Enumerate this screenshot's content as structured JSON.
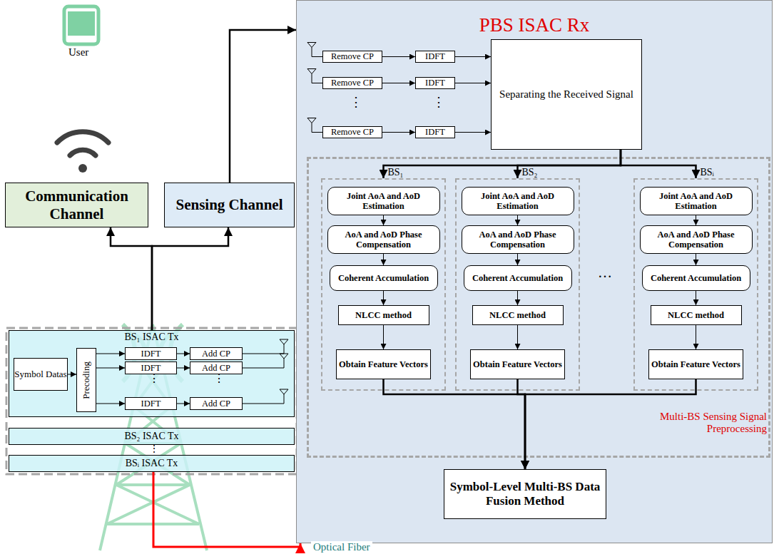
{
  "diagram": {
    "nodes": [
      {
        "text": [
          "Communication Channel"
        ]
      },
      {
        "text": [
          "Sensing Channel"
        ]
      },
      {
        "text": [
          "BS₁ ISAC Tx"
        ]
      },
      {
        "text": [
          "Symbol Datas"
        ],
        "in": 2
      },
      {
        "text": [
          "Precoding"
        ],
        "in": 2
      },
      {
        "text": [
          "IDFT"
        ],
        "in": 2
      },
      {
        "text": [
          "IDFT"
        ],
        "in": 2
      },
      {
        "text": [
          "IDFT"
        ],
        "in": 2
      },
      {
        "text": [
          "Add CP"
        ],
        "in": 2
      },
      {
        "text": [
          "Add CP"
        ],
        "in": 2
      },
      {
        "text": [
          "Add CP"
        ],
        "in": 2
      },
      {
        "text": [
          "BS₂ ISAC Tx"
        ]
      },
      {
        "text": [
          "BSᵢ ISAC Tx"
        ]
      },
      {
        "text": [
          "PBS ISAC Rx"
        ]
      },
      {
        "text": [
          "Remove CP"
        ],
        "in": 13
      },
      {
        "text": [
          "Remove CP"
        ],
        "in": 13
      },
      {
        "text": [
          "Remove CP"
        ],
        "in": 13
      },
      {
        "text": [
          "IDFT"
        ],
        "in": 13
      },
      {
        "text": [
          "IDFT"
        ],
        "in": 13
      },
      {
        "text": [
          "IDFT"
        ],
        "in": 13
      },
      {
        "text": [
          "Separating the Received Signal"
        ],
        "in": 13
      },
      {
        "text": [
          "Multi-BS Sensing Signal Preprocessing"
        ],
        "in": 13
      },
      {
        "text": [
          "BS₁"
        ],
        "in": 21
      },
      {
        "text": [
          "Joint AoA and AoD Estimation"
        ],
        "in": 22
      },
      {
        "text": [
          "AoA and AoD Phase Compensation"
        ],
        "in": 22
      },
      {
        "text": [
          "Coherent Accumulation"
        ],
        "in": 22
      },
      {
        "text": [
          "NLCC method"
        ],
        "in": 22
      },
      {
        "text": [
          "Obtain Feature Vectors"
        ],
        "in": 22
      },
      {
        "text": [
          "BS₂"
        ],
        "in": 21
      },
      {
        "text": [
          "Joint AoA and AoD Estimation"
        ],
        "in": 28
      },
      {
        "text": [
          "AoA and AoD Phase Compensation"
        ],
        "in": 28
      },
      {
        "text": [
          "Coherent Accumulation"
        ],
        "in": 28
      },
      {
        "text": [
          "NLCC method"
        ],
        "in": 28
      },
      {
        "text": [
          "Obtain Feature Vectors"
        ],
        "in": 28
      },
      {
        "text": [
          "BSᵢ"
        ],
        "in": 21
      },
      {
        "text": [
          "Joint AoA and AoD Estimation"
        ],
        "in": 34
      },
      {
        "text": [
          "AoA and AoD Phase Compensation"
        ],
        "in": 34
      },
      {
        "text": [
          "Coherent Accumulation"
        ],
        "in": 34
      },
      {
        "text": [
          "NLCC method"
        ],
        "in": 34
      },
      {
        "text": [
          "Obtain Feature Vectors"
        ],
        "in": 34
      },
      {
        "text": [
          "Symbol-Level Multi-BS Data Fusion Method"
        ],
        "in": 13
      }
    ],
    "edges": [
      {
        "from": 3,
        "to": 4,
        "arrow": "to"
      },
      {
        "from": 4,
        "to": 5,
        "arrow": "to"
      },
      {
        "from": 4,
        "to": 6,
        "arrow": "to"
      },
      {
        "from": 4,
        "to": 7,
        "arrow": "to"
      },
      {
        "from": 5,
        "to": 8,
        "arrow": "to"
      },
      {
        "from": 6,
        "to": 9,
        "arrow": "to"
      },
      {
        "from": 7,
        "to": 10,
        "arrow": "to"
      },
      {
        "from": 2,
        "to": 0,
        "arrow": "to"
      },
      {
        "from": 2,
        "to": 1,
        "arrow": "to"
      },
      {
        "from": 1,
        "to": 13,
        "arrow": "to"
      },
      {
        "from": 12,
        "to": 13,
        "label": "Optical Fiber",
        "arrow": "to"
      },
      {
        "from": 14,
        "to": 17,
        "arrow": "to"
      },
      {
        "from": 15,
        "to": 18,
        "arrow": "to"
      },
      {
        "from": 16,
        "to": 19,
        "arrow": "to"
      },
      {
        "from": 17,
        "to": 20,
        "arrow": "to"
      },
      {
        "from": 18,
        "to": 20,
        "arrow": "to"
      },
      {
        "from": 19,
        "to": 20,
        "arrow": "to"
      },
      {
        "from": 20,
        "to": 22,
        "arrow": "to"
      },
      {
        "from": 20,
        "to": 28,
        "arrow": "to"
      },
      {
        "from": 20,
        "to": 34,
        "arrow": "to"
      },
      {
        "from": 23,
        "to": 24,
        "arrow": "to"
      },
      {
        "from": 24,
        "to": 25,
        "arrow": "to"
      },
      {
        "from": 25,
        "to": 26,
        "arrow": "to"
      },
      {
        "from": 26,
        "to": 27,
        "arrow": "to"
      },
      {
        "from": 29,
        "to": 30,
        "arrow": "to"
      },
      {
        "from": 30,
        "to": 31,
        "arrow": "to"
      },
      {
        "from": 31,
        "to": 32,
        "arrow": "to"
      },
      {
        "from": 32,
        "to": 33,
        "arrow": "to"
      },
      {
        "from": 35,
        "to": 36,
        "arrow": "to"
      },
      {
        "from": 36,
        "to": 37,
        "arrow": "to"
      },
      {
        "from": 37,
        "to": 38,
        "arrow": "to"
      },
      {
        "from": 38,
        "to": 39,
        "arrow": "to"
      },
      {
        "from": 27,
        "to": 40,
        "arrow": "to"
      },
      {
        "from": 33,
        "to": 40,
        "arrow": "to"
      },
      {
        "from": 39,
        "to": 40,
        "arrow": "to"
      }
    ],
    "labels": [
      "User",
      "⋮",
      "⋮",
      "⋮",
      "⋮",
      "⋮",
      "…"
    ]
  }
}
